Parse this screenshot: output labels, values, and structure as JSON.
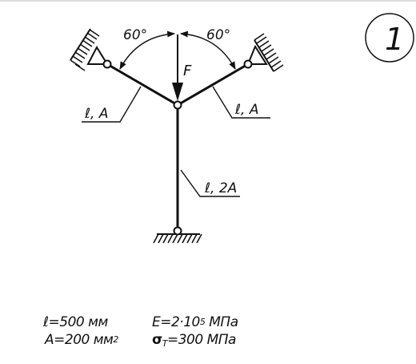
{
  "diagram": {
    "problem_number": "1",
    "angle_left": "60°",
    "angle_right": "60°",
    "force_label": "F",
    "rod_left_label": "ℓ, A",
    "rod_right_label": "ℓ, A",
    "rod_vertical_label": "ℓ, 2A"
  },
  "parameters": {
    "length": {
      "symbol": "ℓ",
      "value": "=500 мм"
    },
    "area": {
      "symbol": "A",
      "value": "=200 мм",
      "exponent": "2"
    },
    "modulus": {
      "prefix": "E=2·10",
      "exponent": "5",
      "unit": " МПа"
    },
    "yield": {
      "symbol": "σ",
      "subscript": "Т",
      "value": "=300 МПа"
    }
  }
}
